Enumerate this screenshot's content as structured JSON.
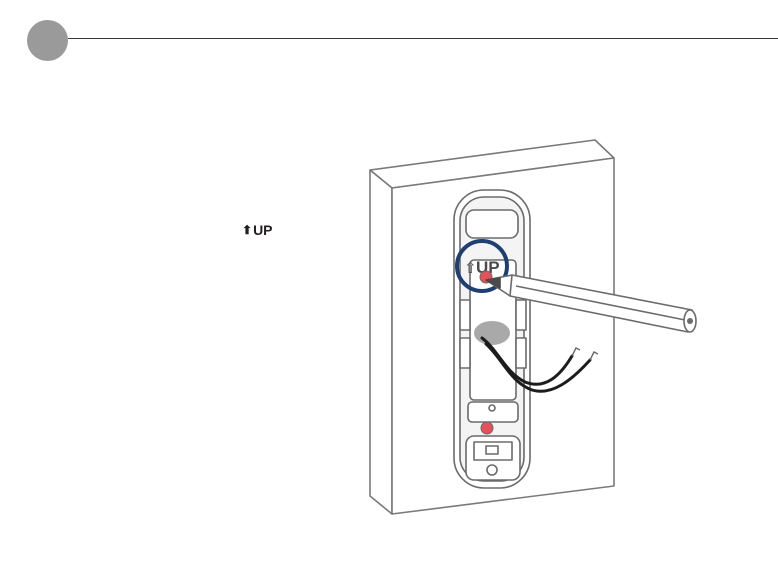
{
  "instruction": {
    "up_arrow_glyph": "⬆",
    "up_label": "UP"
  },
  "plate": {
    "up_arrow_glyph": "⇧",
    "up_label": "UP"
  },
  "colors": {
    "step_badge": "#9a9a9a",
    "highlight_ring": "#1f3f73",
    "marker_dot": "#e6505a",
    "line_art": "#6b6b6b"
  },
  "icons": [
    "step-badge",
    "up-arrow-icon",
    "pencil-icon",
    "wire-icon",
    "screw-icon"
  ]
}
